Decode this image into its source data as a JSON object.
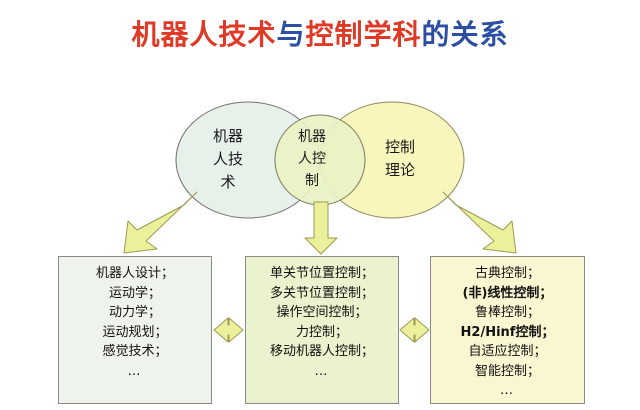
{
  "title": {
    "full": "机器人技术与控制学科的关系",
    "segments": [
      {
        "text": "机器人技术",
        "color": "#e03a27"
      },
      {
        "text": "与",
        "color": "#2d4fa3"
      },
      {
        "text": "控制学科",
        "color": "#e03a27"
      },
      {
        "text": "的关系",
        "color": "#2d4fa3"
      }
    ]
  },
  "venn": {
    "left": {
      "label": "机器\n人技\n术",
      "lines": [
        "机器",
        "人技",
        "术"
      ],
      "fill": "#e8f1e9",
      "stroke": "#6f6f6f"
    },
    "middle": {
      "label": "机器\n人控\n制",
      "lines": [
        "机器",
        "人控",
        "制"
      ],
      "fill": "#e9f2c4",
      "stroke": "#7b7b5a"
    },
    "right": {
      "label": "控制\n理论",
      "lines": [
        "控制",
        "理论"
      ],
      "fill": "#f8f5bd",
      "stroke": "#8a8a5e"
    }
  },
  "arrows": {
    "fill": "#edf09a",
    "stroke": "#9a9a55",
    "left_diagonal": "arrow-down-left",
    "center_vertical": "arrow-down",
    "right_diagonal": "arrow-down-right",
    "between_left_mid": "double-arrow-horizontal",
    "between_mid_right": "double-arrow-horizontal"
  },
  "boxes": {
    "left": {
      "fill": "#eef4ec",
      "lines": [
        {
          "text": "机器人设计；",
          "bold": false
        },
        {
          "text": "运动学；",
          "bold": false
        },
        {
          "text": "动力学；",
          "bold": false
        },
        {
          "text": "运动规划；",
          "bold": false
        },
        {
          "text": "感觉技术；",
          "bold": false
        },
        {
          "text": "…",
          "bold": false
        }
      ]
    },
    "middle": {
      "fill": "#eaf3cd",
      "lines": [
        {
          "text": "单关节位置控制；",
          "bold": false
        },
        {
          "text": "多关节位置控制；",
          "bold": false
        },
        {
          "text": "操作空间控制；",
          "bold": false
        },
        {
          "text": "力控制；",
          "bold": false
        },
        {
          "text": "移动机器人控制；",
          "bold": false
        },
        {
          "text": "…",
          "bold": false
        }
      ]
    },
    "right": {
      "fill": "#fbf6d2",
      "lines": [
        {
          "text": "古典控制；",
          "bold": false
        },
        {
          "text": "(非)线性控制；",
          "bold": true
        },
        {
          "text": "鲁棒控制；",
          "bold": false
        },
        {
          "text": "H2/Hinf控制；",
          "bold": true
        },
        {
          "text": "自适应控制；",
          "bold": false
        },
        {
          "text": "智能控制；",
          "bold": false
        },
        {
          "text": "…",
          "bold": false
        }
      ]
    }
  }
}
